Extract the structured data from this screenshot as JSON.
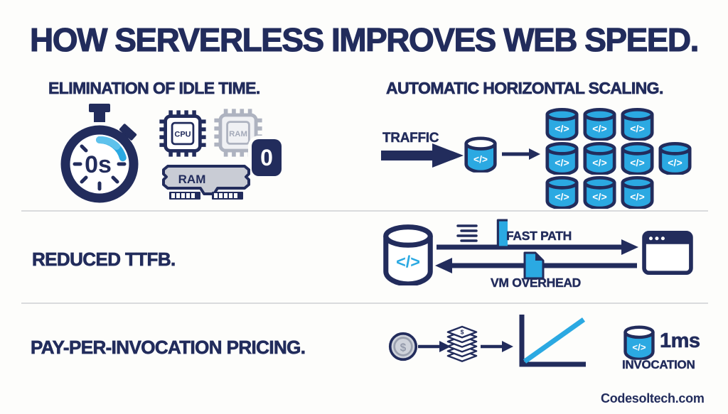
{
  "title": "HOW SERVERLESS IMPROVES WEB SPEED.",
  "colors": {
    "navy": "#222c5c",
    "blue": "#2ba9e2",
    "gray": "#c9ccd5"
  },
  "icons": {
    "code_symbol": "</>",
    "dollar": "$"
  },
  "sections": {
    "idle_time": {
      "heading": "ELIMINATION OF IDLE TIME.",
      "stopwatch_value": "0s",
      "cpu_label": "CPU",
      "ram_chip_label": "RAM",
      "ram_stick_label": "RAM",
      "zero_badge": "0"
    },
    "scaling": {
      "heading": "AUTOMATIC HORIZONTAL SCALING.",
      "traffic_label": "TRAFFIC",
      "grid_rows": [
        3,
        4,
        3
      ]
    },
    "ttfb": {
      "heading": "REDUCED TTFB.",
      "fast_path_label": "FAST PATH",
      "vm_overhead_label": "VM OVERHEAD"
    },
    "pricing": {
      "heading": "PAY-PER-INVOCATION PRICING.",
      "rate_value": "1ms",
      "rate_label": "INVOCATION"
    }
  },
  "footer": {
    "brand": "Codesoltech.com"
  }
}
